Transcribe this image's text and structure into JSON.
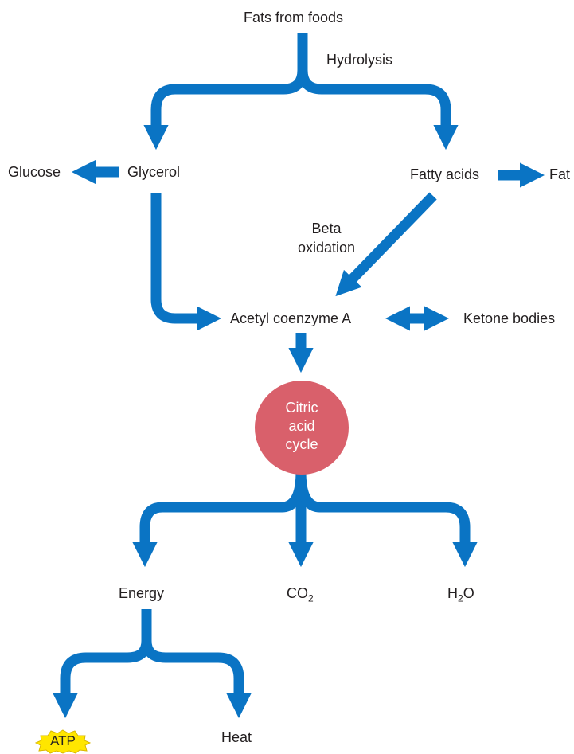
{
  "nodes": {
    "fats_from_foods": "Fats from foods",
    "hydrolysis": "Hydrolysis",
    "glucose": "Glucose",
    "glycerol": "Glycerol",
    "fatty_acids": "Fatty acids",
    "fat": "Fat",
    "beta": "Beta",
    "oxidation": "oxidation",
    "acetyl_coa": "Acetyl coenzyme A",
    "ketone_bodies": "Ketone bodies",
    "citric_line1": "Citric",
    "citric_line2": "acid",
    "citric_line3": "cycle",
    "energy": "Energy",
    "co2_main": "CO",
    "co2_sub": "2",
    "h2o_h": "H",
    "h2o_sub": "2",
    "h2o_o": "O",
    "atp": "ATP",
    "heat": "Heat"
  },
  "colors": {
    "arrow": "#0a74c4",
    "circle": "#d9606b",
    "atp_burst": "#ffe600",
    "text": "#231f20"
  }
}
